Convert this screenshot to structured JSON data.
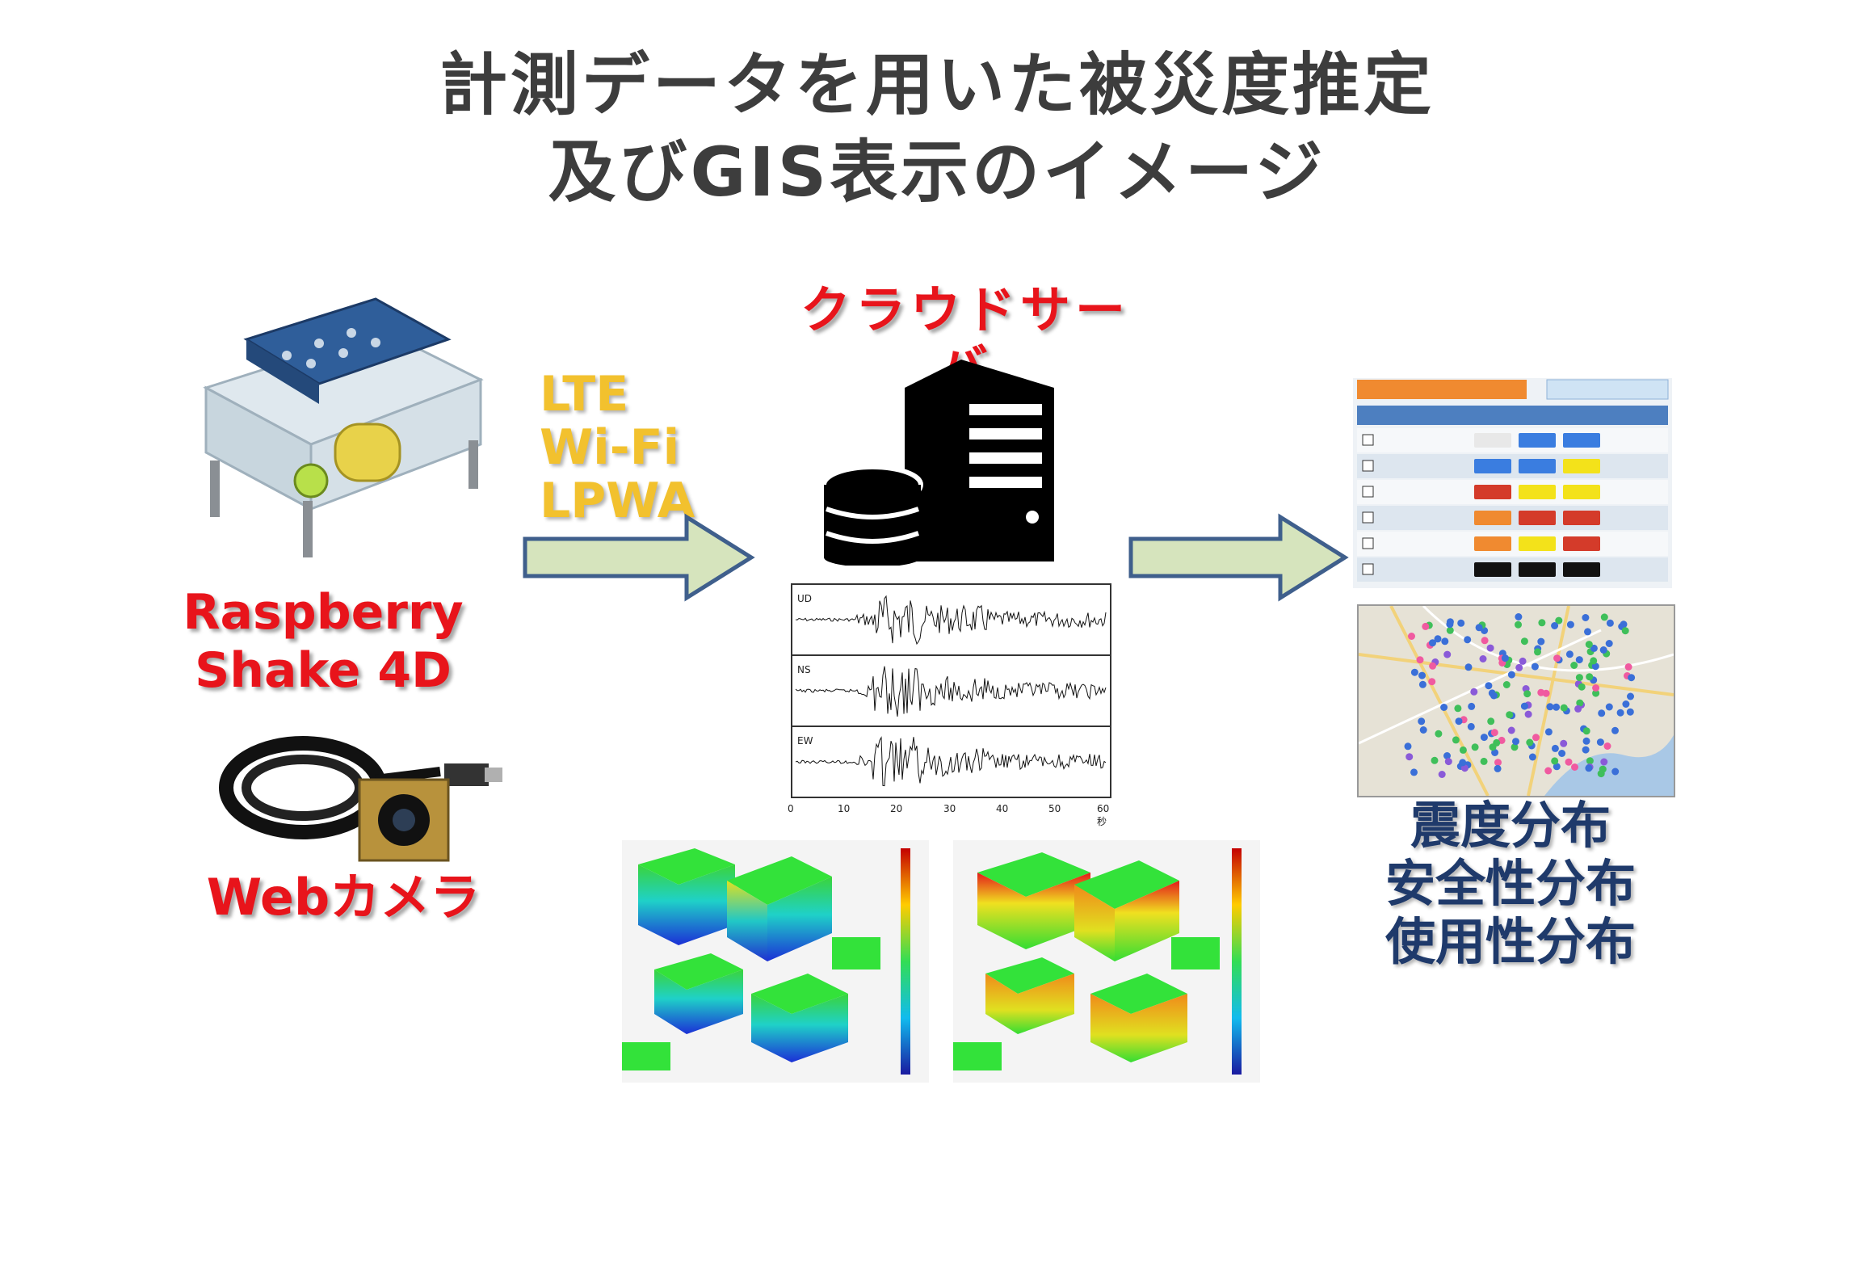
{
  "title": {
    "line1": "計測データを用いた被災度推定",
    "line2": "及びGIS表示のイメージ"
  },
  "left": {
    "device_label_1": "Raspberry",
    "device_label_2": "Shake 4D",
    "camera_label": "Webカメラ"
  },
  "comms": {
    "items": [
      "LTE",
      "Wi-Fi",
      "LPWA"
    ]
  },
  "server": {
    "label": "クラウドサーバ"
  },
  "waveform": {
    "channels": [
      "UD",
      "NS",
      "EW"
    ],
    "x_ticks": [
      "0",
      "10",
      "20",
      "30",
      "40",
      "50",
      "60秒"
    ]
  },
  "right": {
    "outputs": [
      "震度分布",
      "安全性分布",
      "使用性分布"
    ]
  },
  "colors": {
    "red": "#e8141b",
    "yellow": "#f2c12e",
    "navy": "#1f3a6b",
    "arrow_fill": "#d6e4bd",
    "arrow_stroke": "#3f5f8c"
  }
}
